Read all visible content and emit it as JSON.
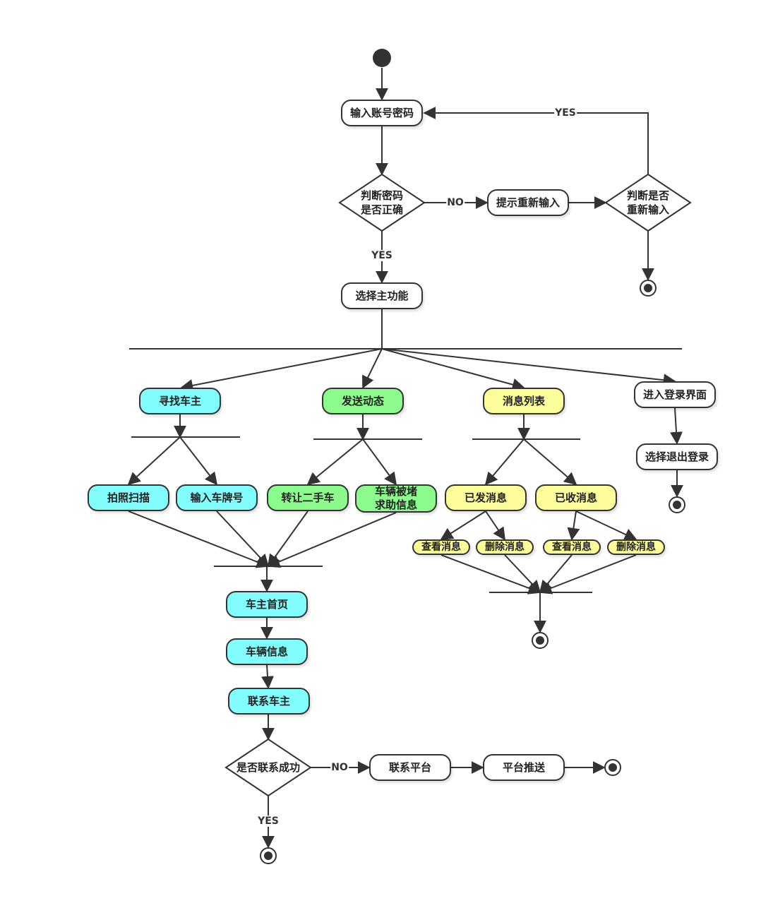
{
  "colors": {
    "cyan": "#82fcfc",
    "green": "#8dfa8d",
    "yellow": "#fdfc9a",
    "white": "#ffffff",
    "stroke": "#333333"
  },
  "nodes": {
    "input_account": "输入账号密码",
    "check_password": "判断密码\n是否正确",
    "prompt_reinput": "提示重新输入",
    "decide_reinput": "判断是否\n重新输入",
    "choose_main": "选择主功能",
    "find_owner": "寻找车主",
    "send_post": "发送动态",
    "message_list": "消息列表",
    "enter_login": "进入登录界面",
    "choose_logout": "选择退出登录",
    "photo_scan": "拍照扫描",
    "input_plate": "输入车牌号",
    "transfer_used_car": "转让二手车",
    "blocked_help": "车辆被堵\n求助信息",
    "sent_messages": "已发消息",
    "received_messages": "已收消息",
    "view_msg_1": "查看消息",
    "delete_msg_1": "删除消息",
    "view_msg_2": "查看消息",
    "delete_msg_2": "删除消息",
    "owner_home": "车主首页",
    "vehicle_info": "车辆信息",
    "contact_owner": "联系车主",
    "contact_success": "是否联系成功",
    "contact_platform": "联系平台",
    "platform_push": "平台推送"
  },
  "edge_labels": {
    "yes_retry": "YES",
    "no_password": "NO",
    "yes_password": "YES",
    "no_contact": "NO",
    "yes_contact": "YES"
  }
}
